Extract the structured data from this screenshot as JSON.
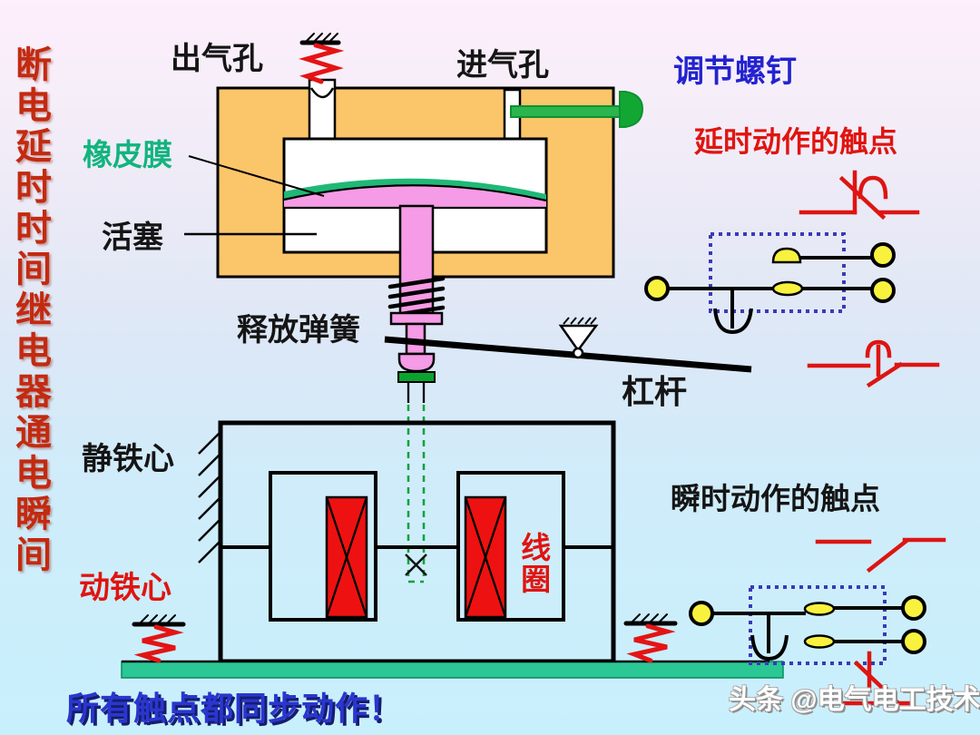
{
  "title": {
    "vertical_text": "断电延时时间继电器通电瞬间"
  },
  "labels": {
    "outlet": "出气孔",
    "inlet": "进气孔",
    "adjust_screw": "调节螺钉",
    "membrane": "橡皮膜",
    "piston": "活塞",
    "delayed_contacts": "延时动作的触点",
    "release_spring": "释放弹簧",
    "lever": "杠杆",
    "static_core": "静铁心",
    "moving_core": "动铁心",
    "coil": "线圈",
    "instant_contacts": "瞬时动作的触点"
  },
  "footer": {
    "sync_note": "所有触点都同步动作！",
    "watermark": "头条 @电气电工技术"
  },
  "colors": {
    "title_red": "#c32a10",
    "label_red": "#e01410",
    "label_blue": "#2323cf",
    "membrane_teal": "#12b47e",
    "housing_orange": "#fbc56a",
    "piston_pink": "#f69be5",
    "screw_green": "#17a93a",
    "base_green": "#2bc795",
    "coil_red": "#ee1111",
    "contact_yellow": "#f8f23f",
    "dotted_box_blue": "#3a3ab5",
    "sync_text_blue": "#2a36cf"
  }
}
